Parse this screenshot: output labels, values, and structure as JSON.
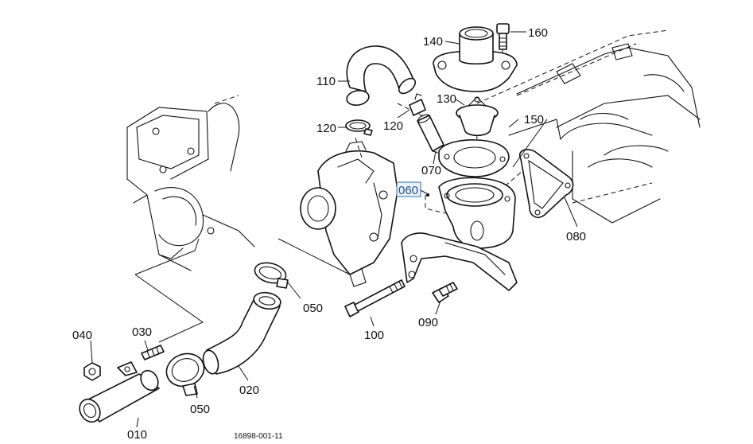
{
  "diagram": {
    "drawing_code": "16898-001-11",
    "selected_part": "060",
    "callouts": [
      {
        "id": "010",
        "part": "water-pipe"
      },
      {
        "id": "020",
        "part": "lower-hose"
      },
      {
        "id": "030",
        "part": "stud"
      },
      {
        "id": "040",
        "part": "nut"
      },
      {
        "id": "050",
        "part": "hose-clamp-lower"
      },
      {
        "id": "050",
        "part": "hose-clamp-upper"
      },
      {
        "id": "060",
        "part": "thermostat-housing-selected"
      },
      {
        "id": "070",
        "part": "bypass-pipe"
      },
      {
        "id": "080",
        "part": "housing-gasket"
      },
      {
        "id": "090",
        "part": "bolt-short"
      },
      {
        "id": "100",
        "part": "bolt-long"
      },
      {
        "id": "110",
        "part": "upper-hose"
      },
      {
        "id": "120",
        "part": "hose-clamp-left"
      },
      {
        "id": "120",
        "part": "hose-clamp-right"
      },
      {
        "id": "130",
        "part": "thermostat"
      },
      {
        "id": "140",
        "part": "thermostat-cover"
      },
      {
        "id": "150",
        "part": "thermostat-gasket"
      },
      {
        "id": "160",
        "part": "cover-bolt"
      }
    ]
  }
}
